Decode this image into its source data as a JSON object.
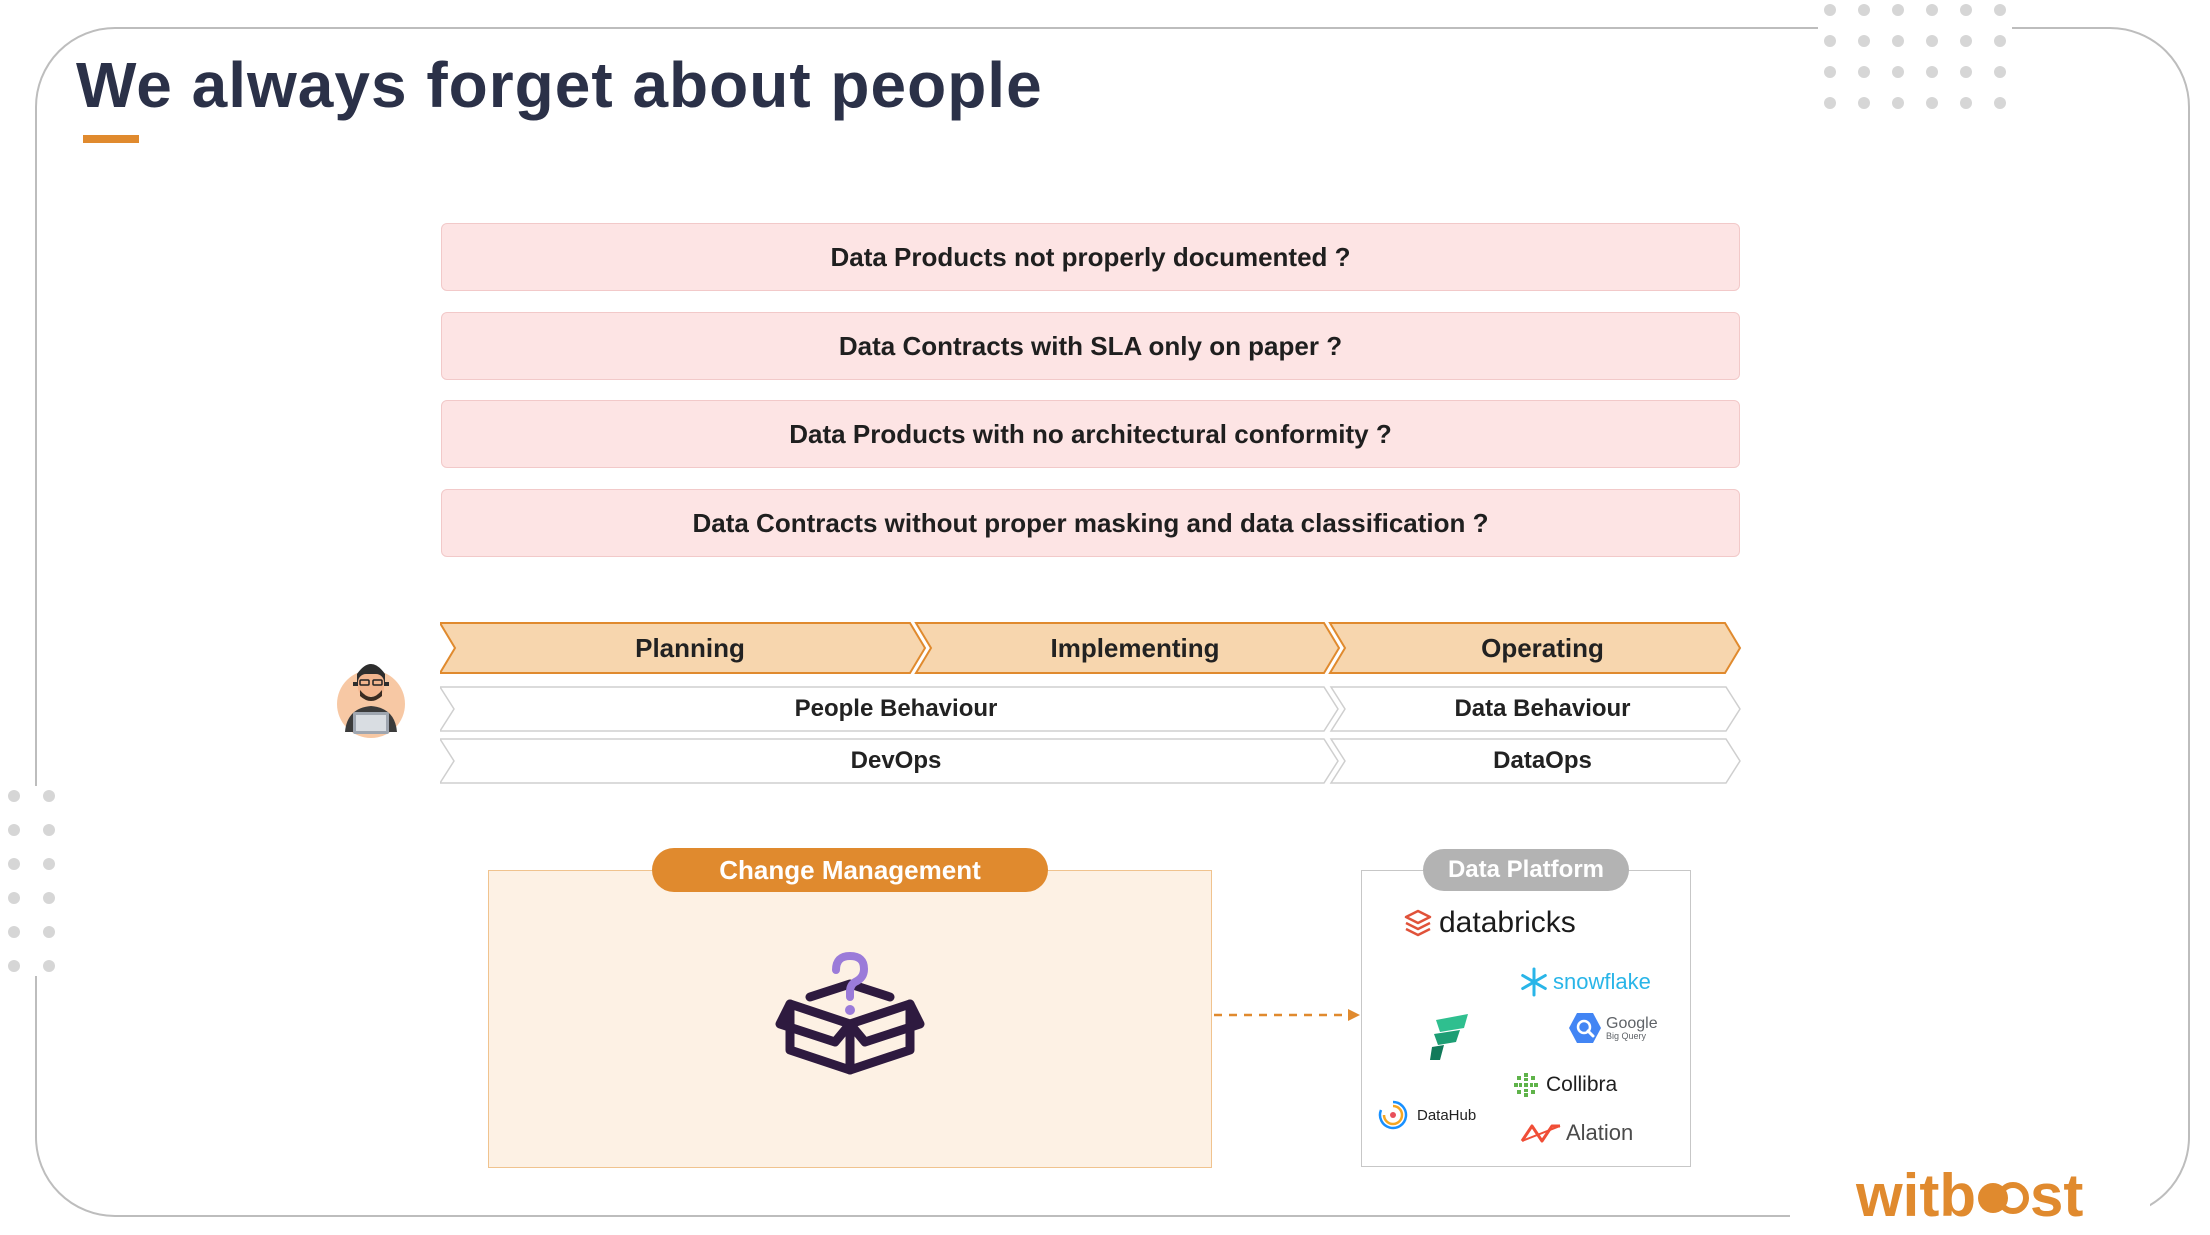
{
  "slide": {
    "title": "We always forget about people"
  },
  "questions": [
    "Data Products not properly documented ?",
    "Data Contracts with SLA only on paper ?",
    "Data Products with no architectural conformity ?",
    "Data Contracts without proper masking and data classification ?"
  ],
  "phases": {
    "planning": "Planning",
    "implementing": "Implementing",
    "operating": "Operating"
  },
  "lanes": {
    "people_behaviour": "People Behaviour",
    "data_behaviour": "Data Behaviour",
    "devops": "DevOps",
    "dataops": "DataOps"
  },
  "change_management": {
    "label": "Change Management"
  },
  "data_platform": {
    "label": "Data Platform",
    "logos": {
      "databricks": "databricks",
      "snowflake": "snowflake",
      "google": "Google",
      "bigquery": "Big Query",
      "collibra": "Collibra",
      "datahub": "DataHub",
      "alation": "Alation"
    }
  },
  "brand": {
    "logo_left": "witb",
    "logo_right": "st"
  },
  "colors": {
    "accent": "#e08a2e",
    "title": "#2b3148",
    "question_bg": "#fde4e4",
    "phase_bg": "#f7d6ae",
    "platform_pill": "#b3b3b3"
  }
}
